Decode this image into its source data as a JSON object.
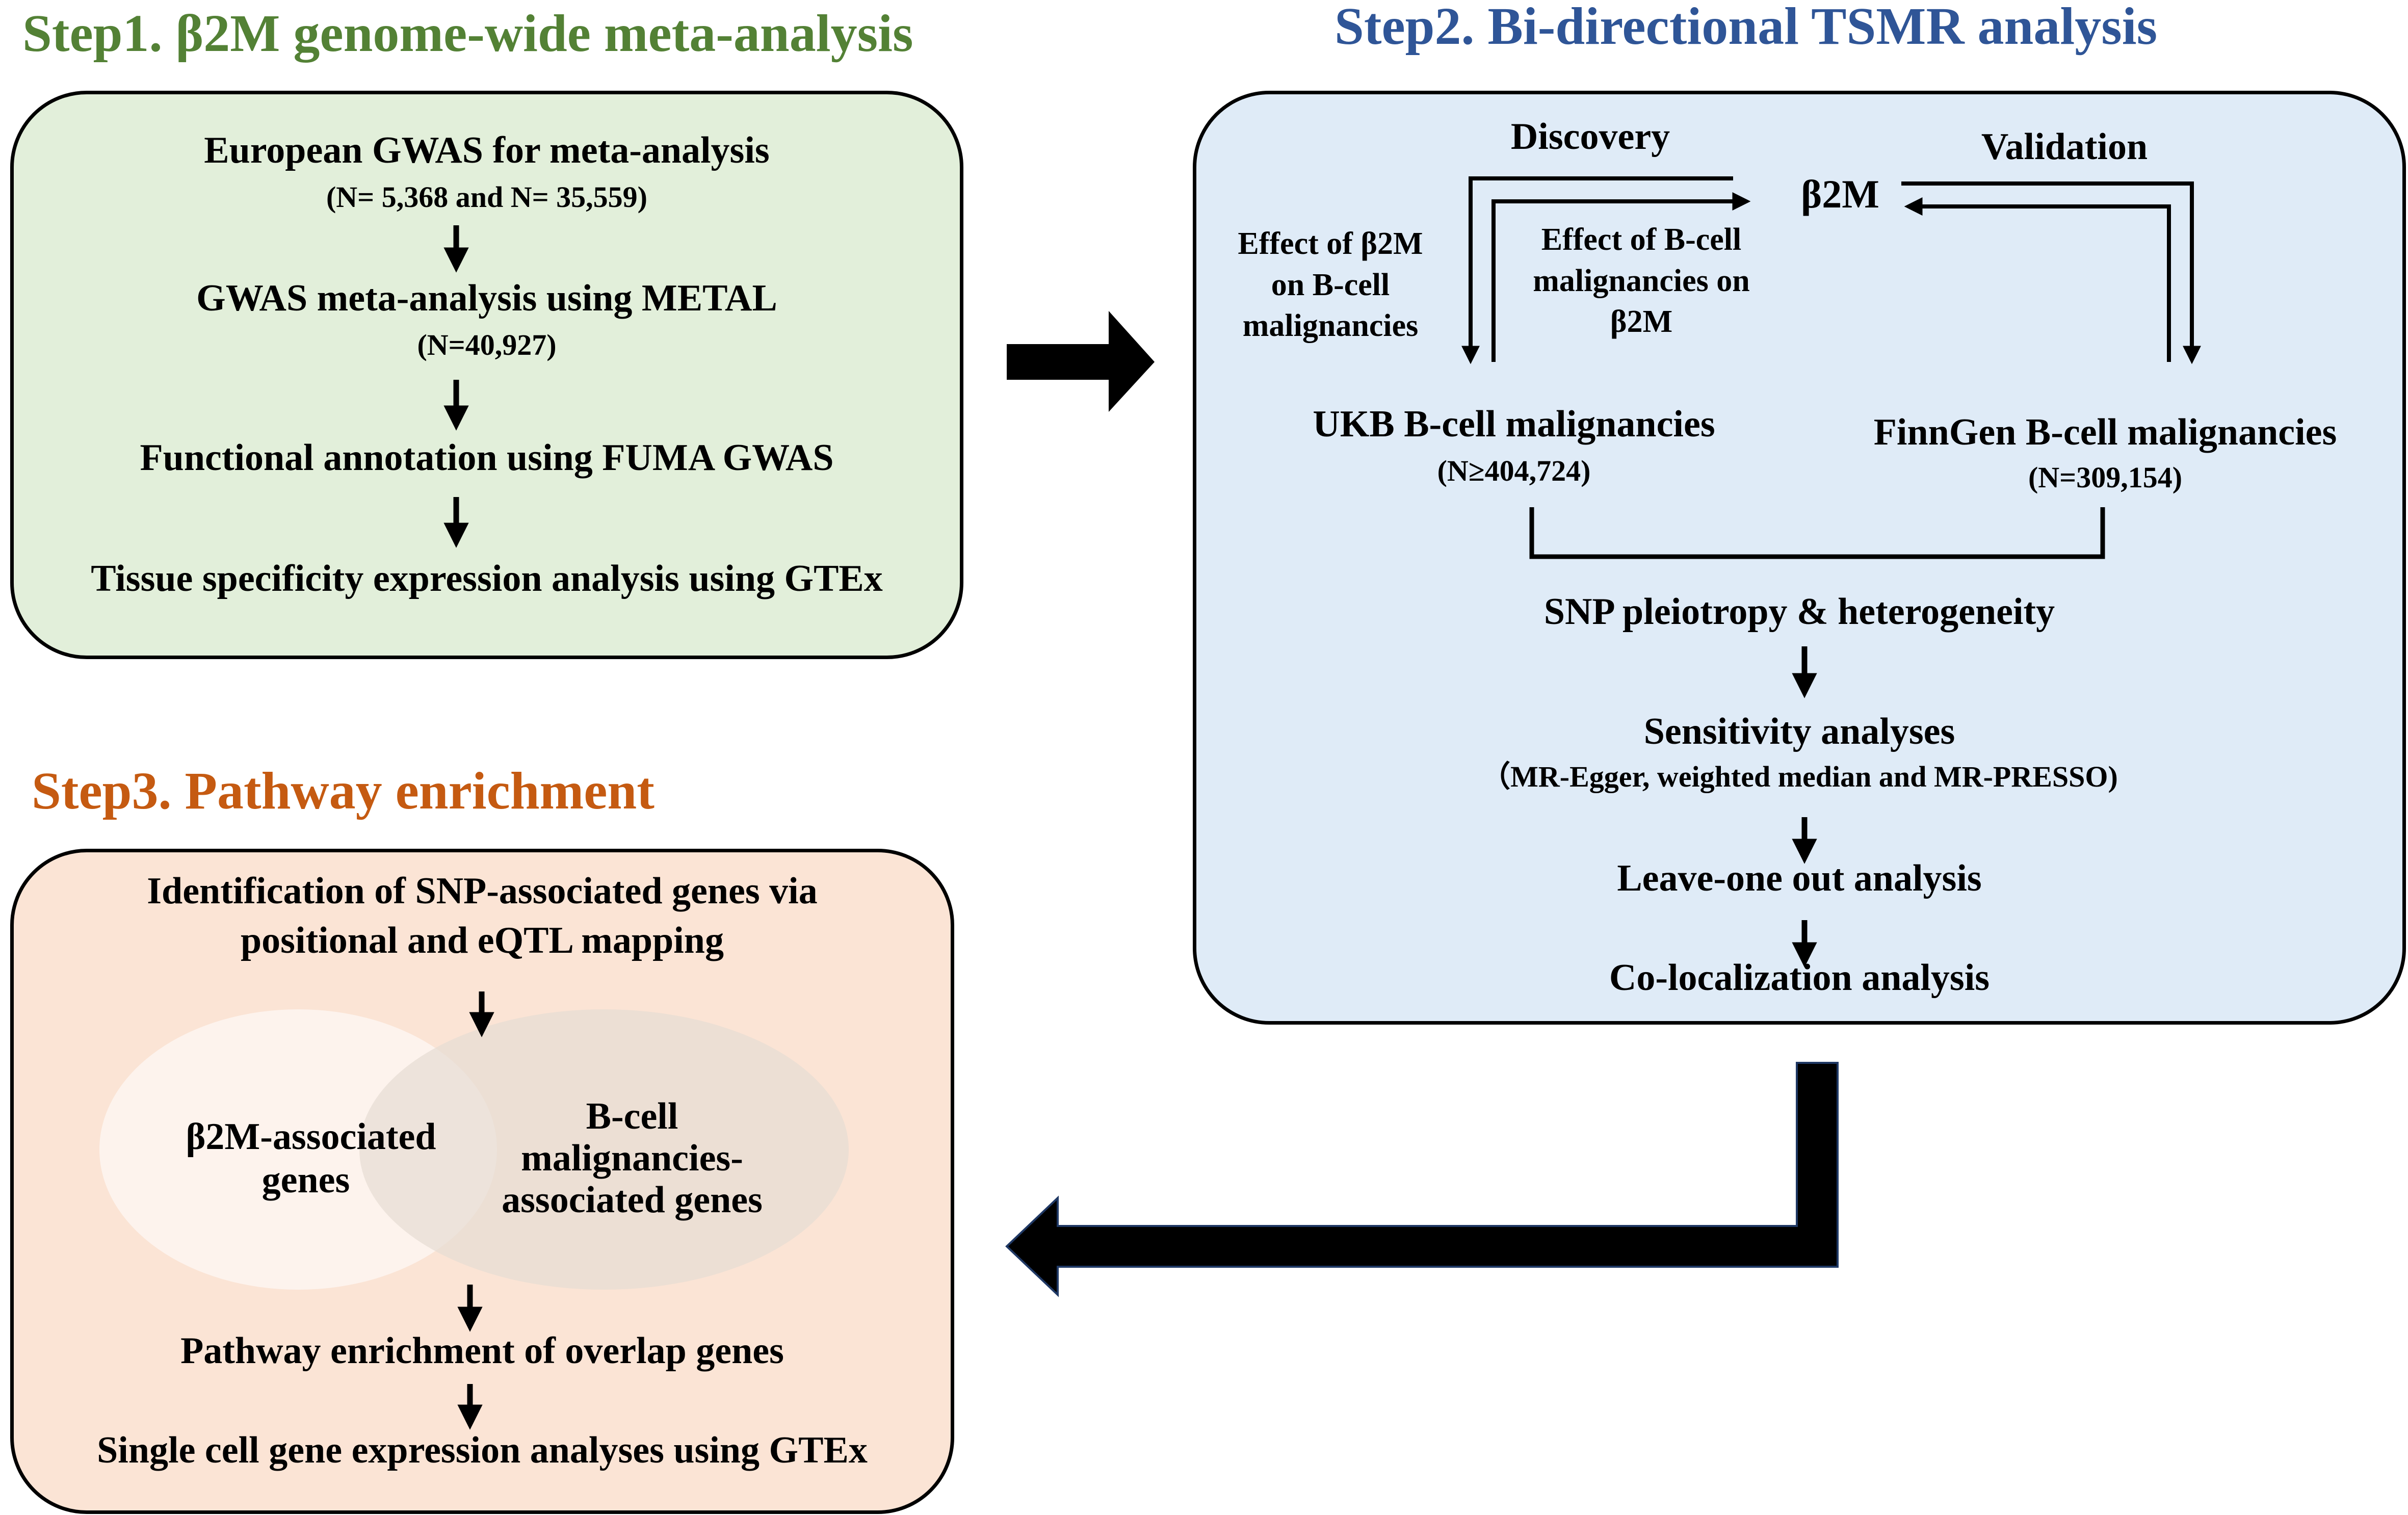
{
  "step1": {
    "title": "Step1. β2M genome-wide meta-analysis",
    "title_color": "#538135",
    "fill": "#e2efda",
    "items": [
      {
        "text": "European GWAS for meta-analysis",
        "sub": "(N= 5,368  and N= 35,559)"
      },
      {
        "text": "GWAS meta-analysis using METAL",
        "sub": "(N=40,927)"
      },
      {
        "text": "Functional annotation using FUMA GWAS",
        "sub": ""
      },
      {
        "text": "Tissue specificity expression analysis using GTEx",
        "sub": ""
      }
    ]
  },
  "step2": {
    "title": "Step2. Bi-directional TSMR analysis",
    "title_color": "#2f5597",
    "fill": "#dfebf7",
    "discovery": "Discovery",
    "validation": "Validation",
    "exposure": "β2M",
    "effect_forward": "Effect of β2M on  B-cell malignancies",
    "effect_reverse": "Effect of B-cell malignancies on β2M",
    "ukb": {
      "label": "UKB B-cell malignancies",
      "n": "(N≥404,724)"
    },
    "finngen": {
      "label": "FinnGen B-cell malignancies",
      "n": "(N=309,154)"
    },
    "steps": [
      {
        "text": "SNP pleiotropy & heterogeneity",
        "sub": ""
      },
      {
        "text": "Sensitivity analyses",
        "sub": "（MR-Egger, weighted median and MR-PRESSO)"
      },
      {
        "text": "Leave-one out analysis",
        "sub": ""
      },
      {
        "text": "Co-localization analysis",
        "sub": ""
      }
    ]
  },
  "step3": {
    "title": "Step3. Pathway enrichment",
    "title_color": "#c55a11",
    "fill": "#fbe4d5",
    "identification_line1": "Identification of SNP-associated genes via",
    "identification_line2": "positional and eQTL mapping",
    "venn_left_line1": "β2M-associated",
    "venn_left_line2": "genes",
    "venn_right_line1": "B-cell",
    "venn_right_line2": "malignancies-",
    "venn_right_line3": "associated genes",
    "pathway": "Pathway enrichment of overlap genes",
    "single_cell": "Single cell gene expression analyses using GTEx"
  }
}
